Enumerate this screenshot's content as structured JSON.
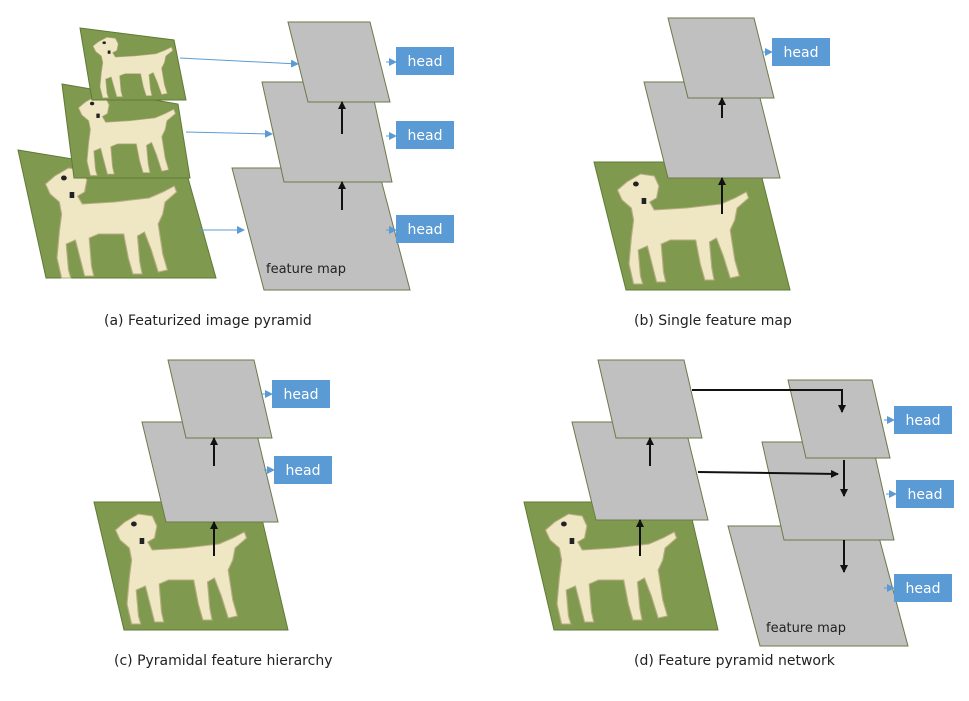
{
  "labels": {
    "head": "head",
    "feature_map": "feature map"
  },
  "captions": {
    "a": "(a) Featurized image pyramid",
    "b": "(b) Single feature map",
    "c": "(c) Pyramidal feature hierarchy",
    "d": "(d) Feature pyramid network"
  },
  "colors": {
    "map_fill": "#c0c0c0",
    "map_stroke": "#6b7a4a",
    "head_fill": "#5b9bd5",
    "head_text": "#ffffff",
    "arrow_dark": "#111111",
    "arrow_blue": "#5b9bd5",
    "grass": "#7f9a4f",
    "dog": "#efe6c4"
  },
  "icons": [
    "dog-image-icon"
  ]
}
